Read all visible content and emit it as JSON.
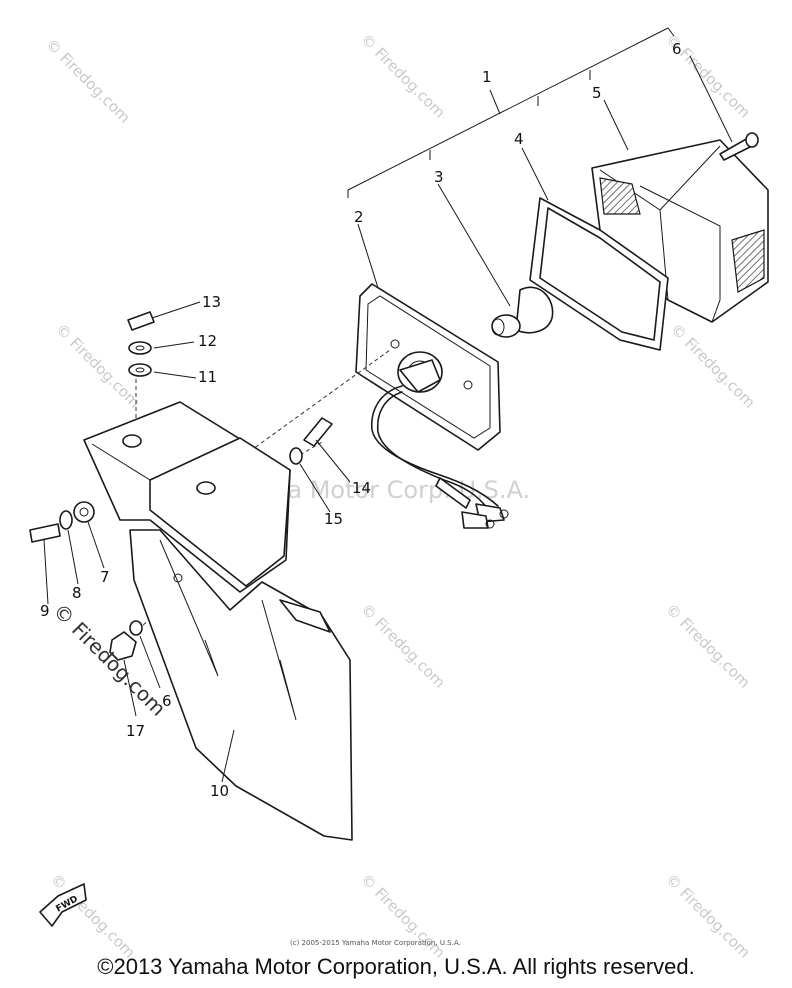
{
  "callouts": {
    "c1": "1",
    "c2": "2",
    "c3": "3",
    "c4": "4",
    "c5": "5",
    "c6a": "6",
    "c6b": "6",
    "c7": "7",
    "c8": "8",
    "c9": "9",
    "c10": "10",
    "c11": "11",
    "c12": "12",
    "c13": "13",
    "c14": "14",
    "c15": "15",
    "c17": "17"
  },
  "watermark": {
    "small": "© Firedog.com",
    "center": "Yamaha Motor Corp. U.S.A.",
    "left_label": "© Firedog.com"
  },
  "fwd_label": "FWD",
  "small_copyright": "(c) 2005-2015 Yamaha Motor Corporation, U.S.A.",
  "footer": "©2013 Yamaha Motor Corporation, U.S.A. All rights reserved.",
  "colors": {
    "ink": "#1a1a1a",
    "watermark": "#c9c9c9",
    "background": "#ffffff"
  }
}
